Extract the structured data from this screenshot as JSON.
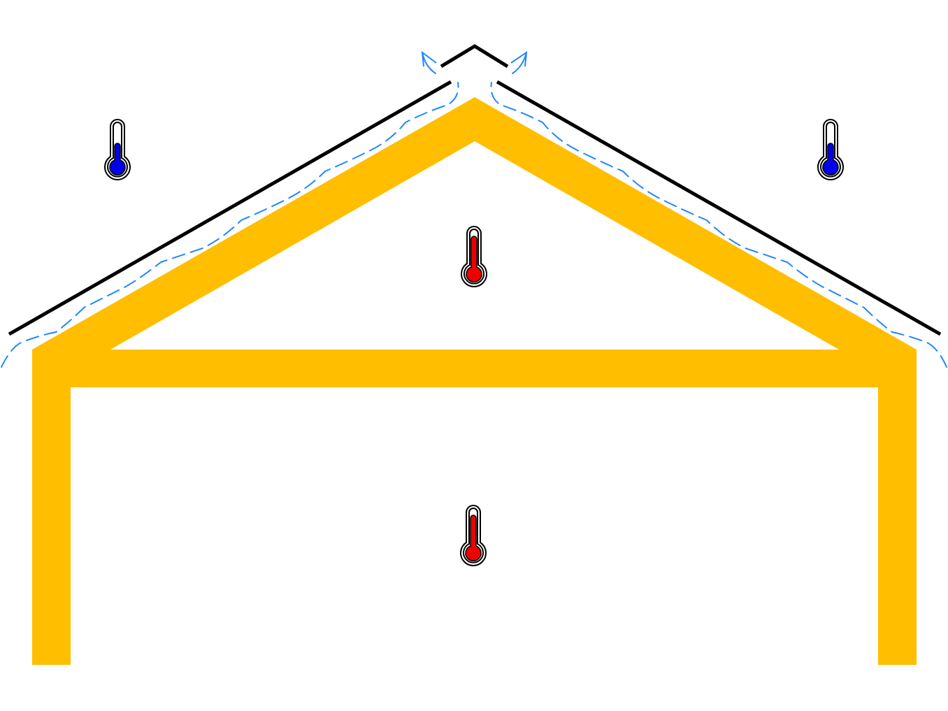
{
  "colors": {
    "frame": "#FFBE00",
    "roof": "#000000",
    "airflow": "#1E88FF",
    "cold": "#0000EE",
    "warm": "#EE0000"
  },
  "thermometers": [
    {
      "id": "outside-left",
      "state": "cold"
    },
    {
      "id": "outside-right",
      "state": "cold"
    },
    {
      "id": "attic",
      "state": "warm"
    },
    {
      "id": "living-space",
      "state": "warm"
    }
  ]
}
